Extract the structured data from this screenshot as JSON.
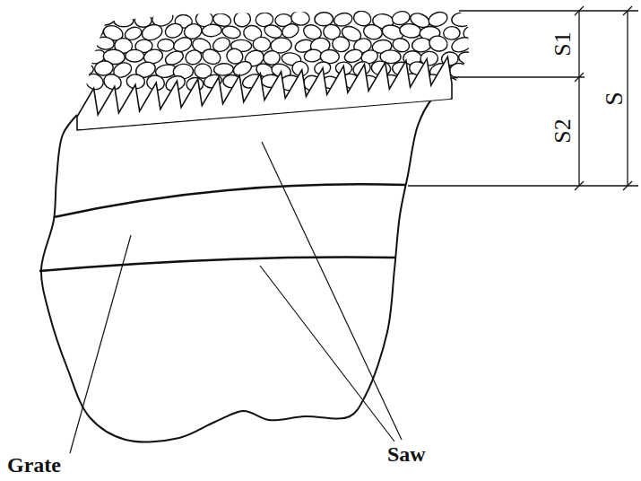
{
  "diagram": {
    "labels": [
      "S1",
      "S2",
      "S",
      "Grate",
      "Saw"
    ]
  }
}
